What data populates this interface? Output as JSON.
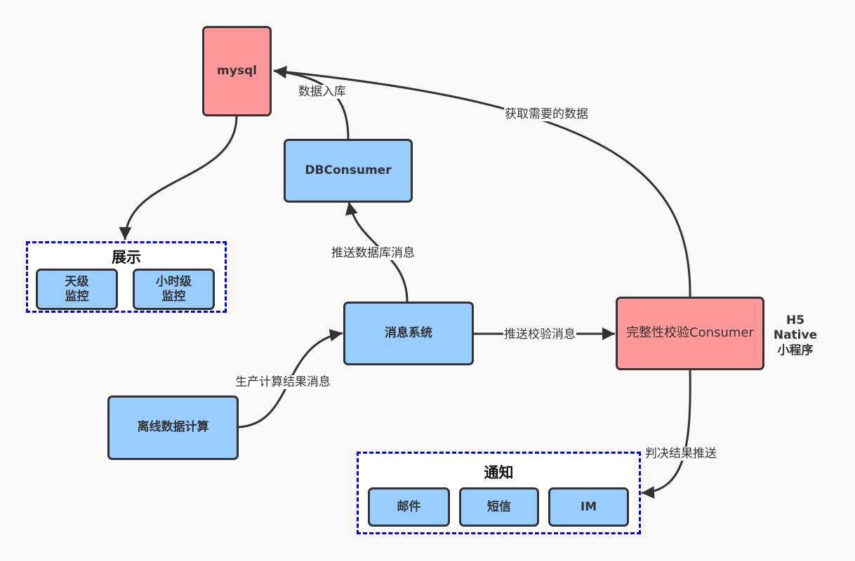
{
  "nodes": {
    "mysql": "mysql",
    "db_consumer": "DBConsumer",
    "message_system": "消息系统",
    "offline_compute": "离线数据计算",
    "integrity_consumer": "完整性校验Consumer"
  },
  "groups": {
    "display": {
      "title": "展示",
      "items": [
        {
          "line1": "天级",
          "line2": "监控"
        },
        {
          "line1": "小时级",
          "line2": "监控"
        }
      ]
    },
    "notify": {
      "title": "通知",
      "items": [
        "邮件",
        "短信",
        "IM"
      ]
    }
  },
  "edges": {
    "db_write": "数据入库",
    "fetch_data": "获取需要的数据",
    "push_db_message": "推送数据库消息",
    "push_verify_message": "推送校验消息",
    "produce_result_message": "生产计算结果消息",
    "push_verdict": "判决结果推送"
  },
  "platforms": [
    "H5",
    "Native",
    "小程序"
  ],
  "colors": {
    "store_fill": "#ff9999",
    "service_fill": "#99ccff",
    "group_border": "#0000ee",
    "stroke": "#333333"
  }
}
